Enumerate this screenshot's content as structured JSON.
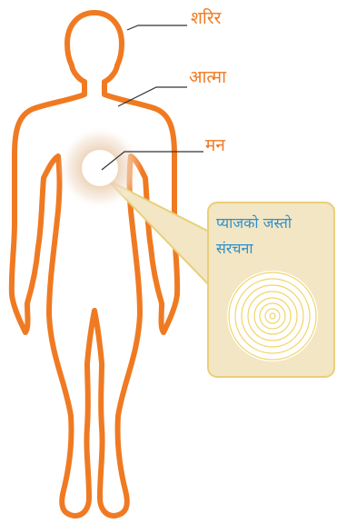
{
  "labels": {
    "body": "शरिर",
    "soul": "आत्मा",
    "mind": "मन"
  },
  "callout": {
    "line1": "प्याजको जस्तो",
    "line2": "संरचना"
  },
  "colors": {
    "outline": "#F07A22",
    "label_text": "#F07A22",
    "callout_text": "#2E8FCB",
    "callout_fill": "#F3E6C4",
    "callout_border": "#E9CF7A",
    "glow": "#E0B98F",
    "leader_line": "#333333",
    "rings": "#F0D56A"
  }
}
